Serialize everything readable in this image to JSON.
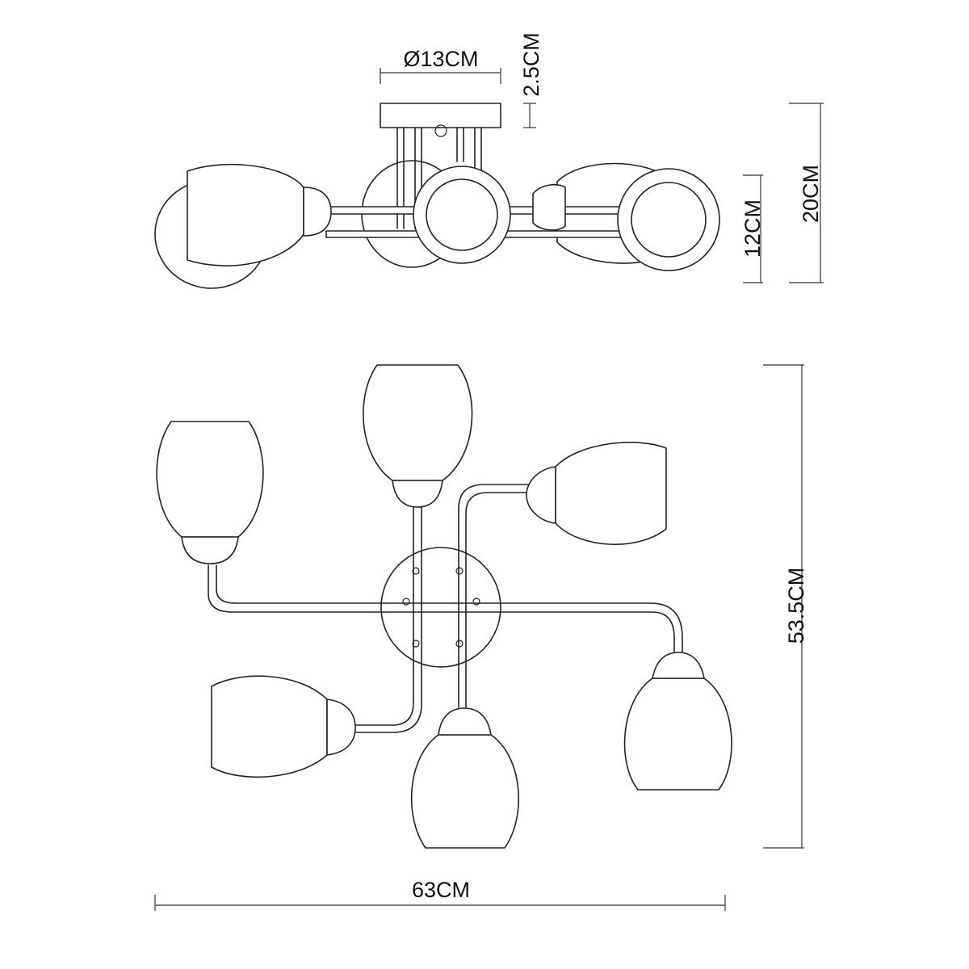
{
  "dimensions": {
    "canopy_diameter": "Ø13CM",
    "canopy_height": "2.5CM",
    "shade_height": "12CM",
    "total_height": "20CM",
    "total_depth": "53.5CM",
    "total_width": "63CM"
  },
  "colors": {
    "line": "#222222",
    "background": "#ffffff"
  }
}
